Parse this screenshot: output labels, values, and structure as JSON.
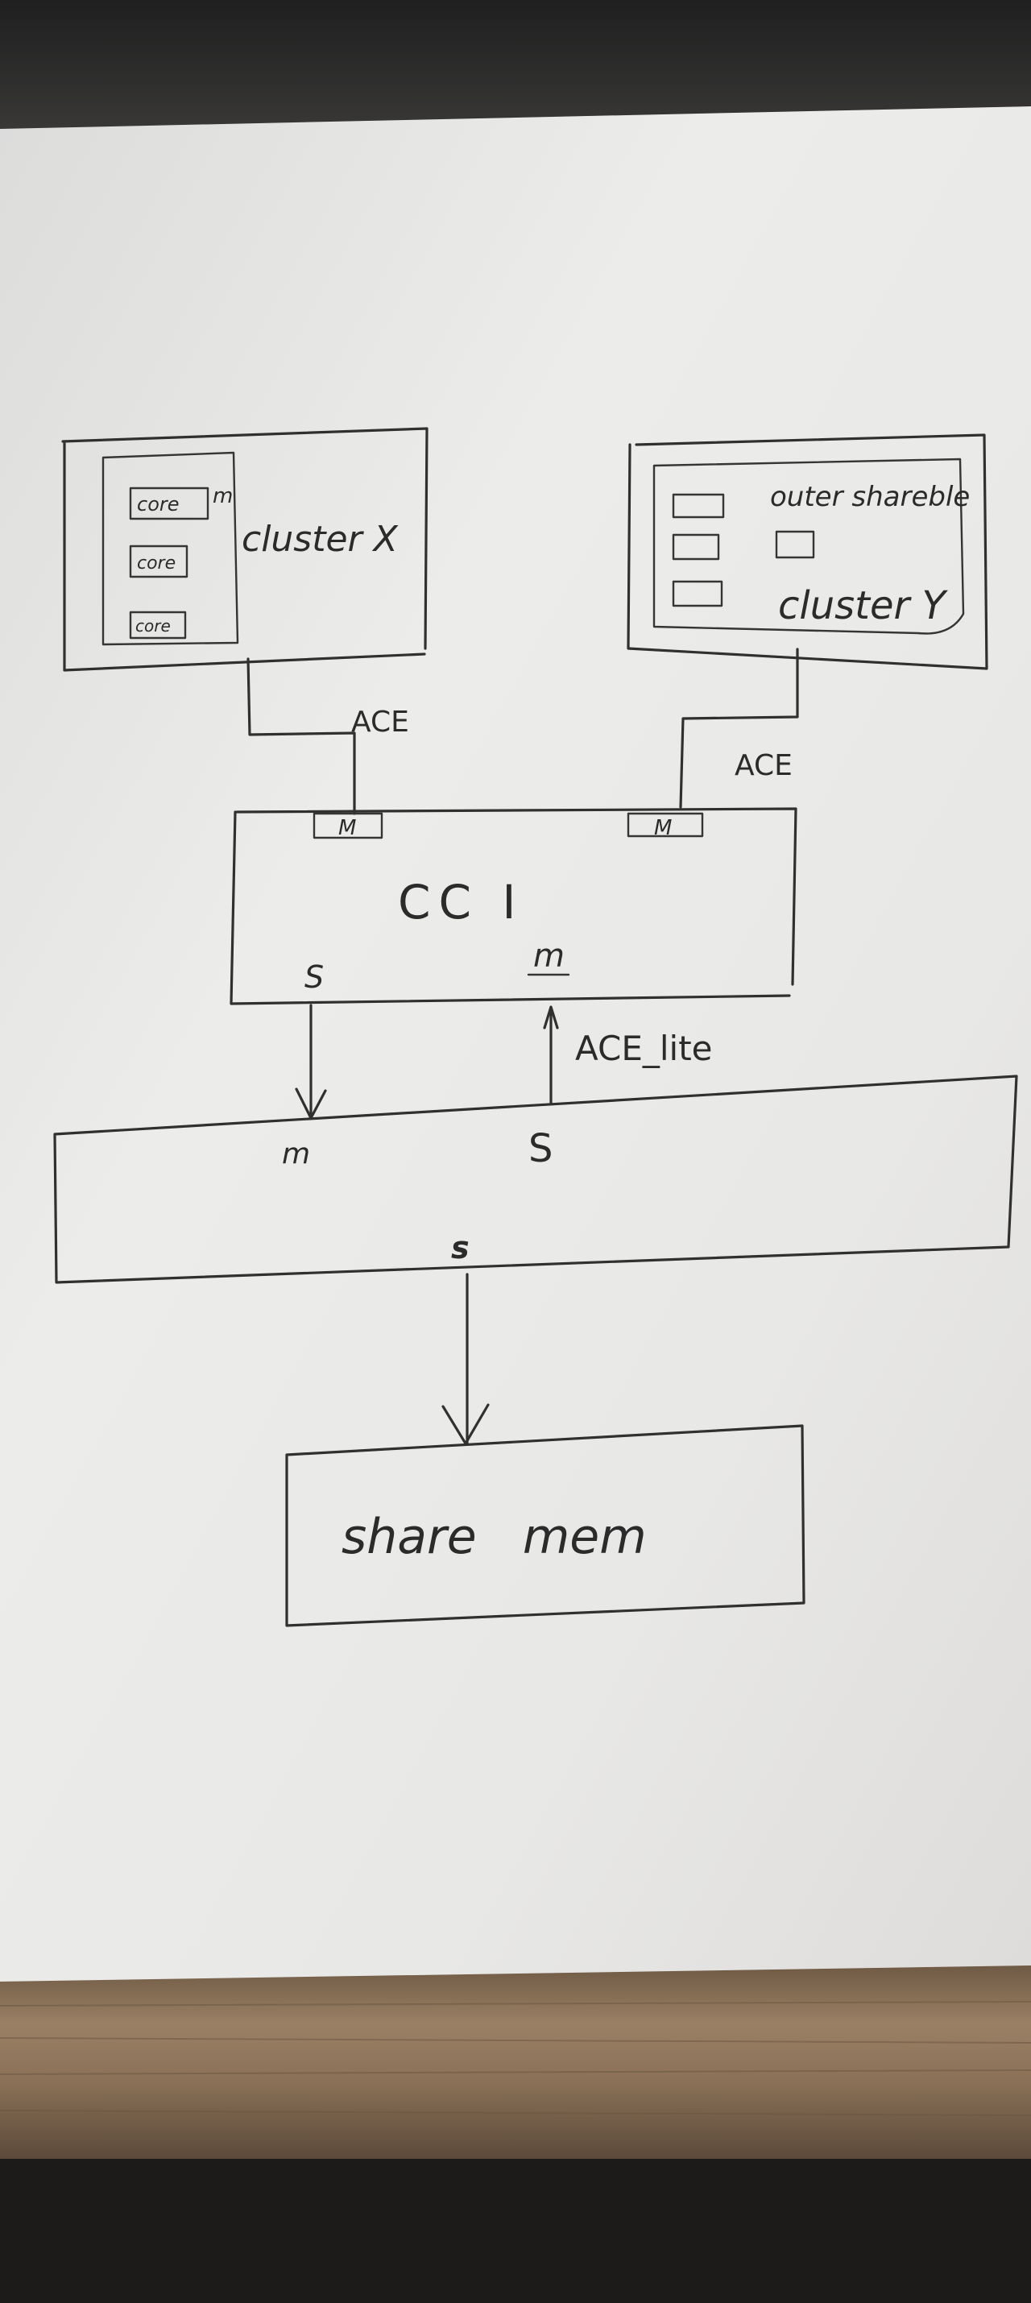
{
  "diagram": {
    "cluster_x": {
      "label": "cluster X",
      "cores": [
        "core",
        "core",
        "core"
      ],
      "master_port": "m"
    },
    "cluster_y": {
      "label": "cluster Y",
      "subtitle": "outer shareble"
    },
    "link_cluster_x": "ACE",
    "link_cluster_y": "ACE",
    "cci": {
      "label": "CC I",
      "port_left": "M",
      "port_right": "M",
      "slave_port": "S",
      "master_port": "m"
    },
    "link_ace_lite": "ACE_lite",
    "interconnect": {
      "master_port": "m",
      "slave_port_top": "S",
      "slave_port_bottom": "s"
    },
    "memory": {
      "label": "share   mem"
    }
  },
  "colors": {
    "paper": "#e9e9e7",
    "ink": "#2b2b2b",
    "wood": "#8a7157",
    "background": "#2e2d2c"
  }
}
